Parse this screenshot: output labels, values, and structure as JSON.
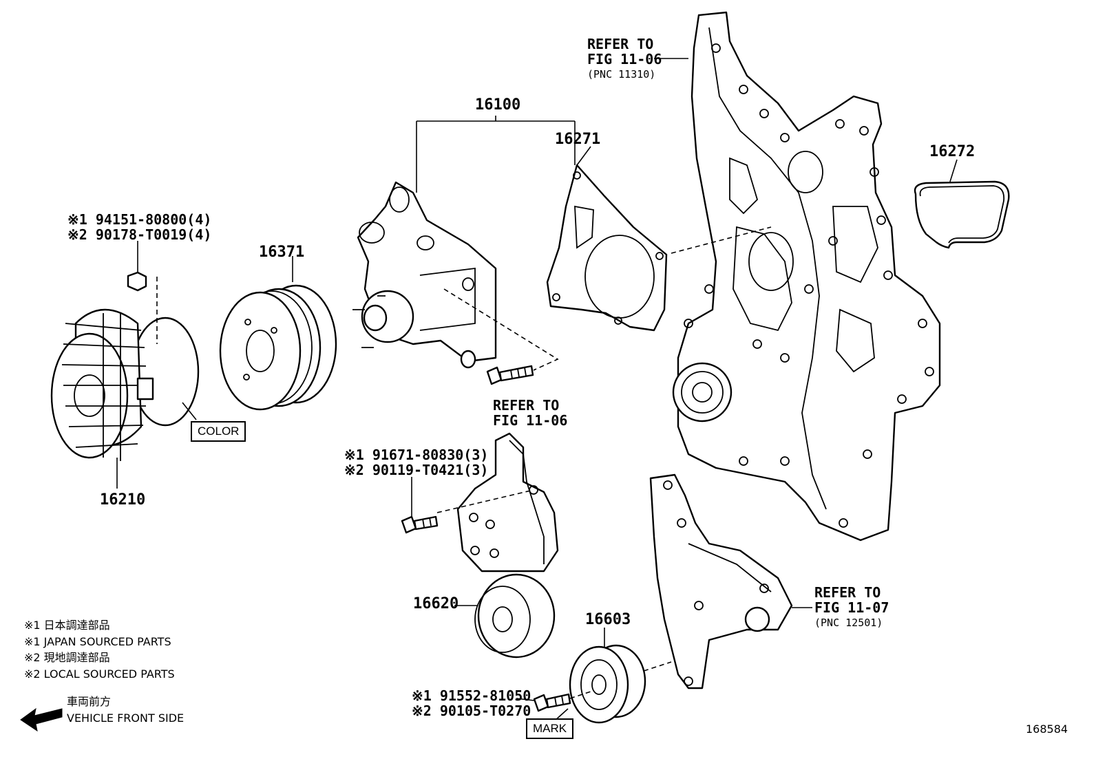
{
  "diagram": {
    "part_numbers": {
      "p16100": "16100",
      "p16271": "16271",
      "p16272": "16272",
      "p16371": "16371",
      "p16210": "16210",
      "p16620": "16620",
      "p16603": "16603"
    },
    "refer_to_top": {
      "line1": "REFER TO",
      "line2": "FIG 11-06",
      "line3": "(PNC 11310)"
    },
    "refer_to_bolt": {
      "line1": "REFER TO",
      "line2": "FIG 11-06"
    },
    "refer_to_bracket": {
      "line1": "REFER TO",
      "line2": "FIG 11-07",
      "line3": "(PNC 12501)"
    },
    "nut_parts": {
      "line1": "※1 94151-80800(4)",
      "line2": "※2 90178-T0019(4)"
    },
    "tensioner_bolt_parts": {
      "line1": "※1 91671-80830(3)",
      "line2": "※2 90119-T0421(3)"
    },
    "idler_bolt_parts": {
      "line1": "※1 91552-81050",
      "line2": "※2 90105-T0270"
    },
    "color_box": "COLOR",
    "mark_box": "MARK",
    "legend": {
      "line1": "※1 日本調達部品",
      "line2": "※1 JAPAN SOURCED PARTS",
      "line3": "※2 現地調達部品",
      "line4": "※2 LOCAL SOURCED PARTS"
    },
    "front_side": {
      "jp": "車両前方",
      "en": "VEHICLE FRONT SIDE"
    },
    "figure_id": "168584"
  },
  "icons": {
    "front_arrow": "arrow-left-icon"
  }
}
